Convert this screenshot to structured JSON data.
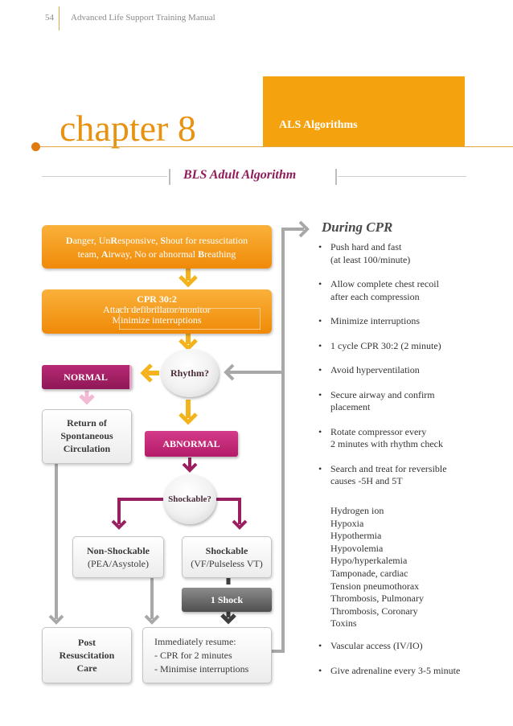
{
  "header": {
    "page_number": "54",
    "running_title": "Advanced Life Support Training Manual"
  },
  "chapter": {
    "title": "chapter 8",
    "subtitle": "ALS Algorithms"
  },
  "section_title": "BLS Adult Algorithm",
  "flowchart": {
    "drsabc_line1_parts": [
      "D",
      "anger, Un",
      "R",
      "esponsive, ",
      "S",
      "hout for resuscitation"
    ],
    "drsabc_line2_parts": [
      "team, ",
      "A",
      "irway, No or abnormal ",
      "B",
      "reathing"
    ],
    "cpr_title": "CPR 30:2",
    "cpr_line1": "Attach defibrillator/monitor",
    "cpr_line2": "Minimize interruptions",
    "rhythm": "Rhythm?",
    "normal": "NORMAL",
    "abnormal": "ABNORMAL",
    "rosc_lines": [
      "Return of",
      "Spontaneous",
      "Circulation"
    ],
    "shockable_q": "Shockable?",
    "nonshock_title": "Non-Shockable",
    "nonshock_sub": "(PEA/Asystole)",
    "shock_title": "Shockable",
    "shock_sub": "(VF/Pulseless VT)",
    "one_shock": "1 Shock",
    "post_care_lines": [
      "Post",
      "Resuscitation",
      "Care"
    ],
    "resume_lines": [
      "Immediately resume:",
      "- CPR for 2 minutes",
      "- Minimise interruptions"
    ]
  },
  "during_cpr": {
    "title": "During CPR",
    "items": [
      [
        "Push hard and fast",
        "(at least 100/minute)"
      ],
      [
        "Allow complete chest recoil",
        "after each compression"
      ],
      [
        "Minimize interruptions"
      ],
      [
        "1 cycle CPR 30:2 (2 minute)"
      ],
      [
        "Avoid hyperventilation"
      ],
      [
        "Secure airway and confirm",
        "placement"
      ],
      [
        "Rotate compressor every",
        "2 minutes with rhythm check"
      ],
      [
        "Search and treat for reversible",
        "causes -5H and 5T"
      ]
    ],
    "causes": [
      "Hydrogen ion",
      "Hypoxia",
      "Hypothermia",
      "Hypovolemia",
      "Hypo/hyperkalemia",
      "Tamponade, cardiac",
      "Tension pneumothorax",
      "Thrombosis, Pulmonary",
      "Thrombosis, Coronary",
      "Toxins"
    ],
    "items_after": [
      [
        "Vascular access (IV/IO)"
      ],
      [
        "Give adrenaline every 3-5 minute"
      ]
    ],
    "bullet": "•"
  },
  "colors": {
    "orange": "#f4a30f",
    "magenta": "#8f1757",
    "gray_arrow": "#a8a8a8"
  }
}
